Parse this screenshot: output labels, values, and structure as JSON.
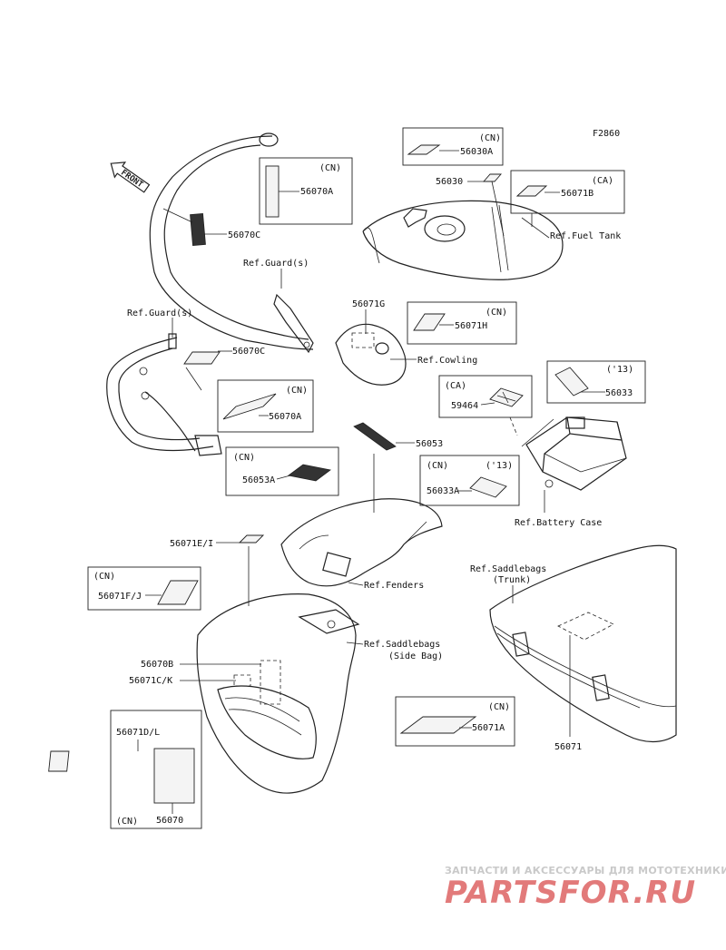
{
  "figure_code": "F2860",
  "front_arrow": "FRONT",
  "labels": {
    "l_56030A": "56030A",
    "l_56030": "56030",
    "l_56071B": "56071B",
    "l_fuel_tank": "Ref.Fuel Tank",
    "l_56070A_top": "56070A",
    "l_56070C_top": "56070C",
    "l_guard1": "Ref.Guard(s)",
    "l_guard2": "Ref.Guard(s)",
    "l_56071G": "56071G",
    "l_56071H": "56071H",
    "l_56070C_mid": "56070C",
    "l_cowling": "Ref.Cowling",
    "l_56070A_mid": "56070A",
    "l_59464": "59464",
    "l_56033": "56033",
    "l_56053": "56053",
    "l_56053A": "56053A",
    "l_56033A": "56033A",
    "l_battery": "Ref.Battery Case",
    "l_56071EI": "56071E/I",
    "l_56071FJ": "56071F/J",
    "l_fenders": "Ref.Fenders",
    "l_saddle_trunk1": "Ref.Saddlebags",
    "l_saddle_trunk2": "(Trunk)",
    "l_saddle_side1": "Ref.Saddlebags",
    "l_saddle_side2": "(Side Bag)",
    "l_56070B": "56070B",
    "l_56071CK": "56071C/K",
    "l_56071A": "56071A",
    "l_56071": "56071",
    "l_56071DL": "56071D/L",
    "l_56070": "56070"
  },
  "tags": {
    "t_cn_56030A": "(CN)",
    "t_ca_56071B": "(CA)",
    "t_cn_56070A_top": "(CN)",
    "t_cn_56071H": "(CN)",
    "t_cn_56070A_mid": "(CN)",
    "t_ca_59464": "(CA)",
    "t_13_56033": "('13)",
    "t_cn_56053A": "(CN)",
    "t_cn_56033A": "(CN)",
    "t_13_56033A": "('13)",
    "t_cn_56071FJ": "(CN)",
    "t_cn_56071A": "(CN)",
    "t_cn_56071DL": "(CN)"
  },
  "watermark": {
    "line1": "ЗАПЧАСТИ И АКСЕССУАРЫ ДЛЯ МОТОТЕХНИКИ",
    "line2": "PARTSFOR.RU"
  }
}
